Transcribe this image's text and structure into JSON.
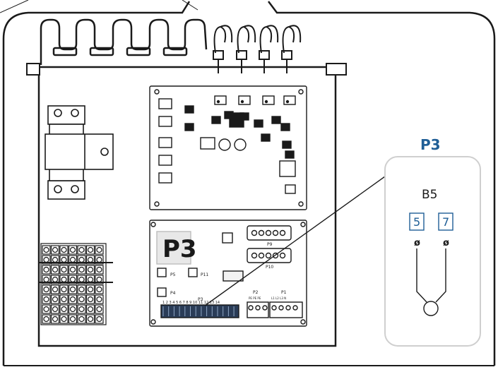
{
  "board_upper": {
    "components": "pcb-components"
  },
  "board_lower": {
    "label_main": "P3",
    "label_p5": "P5",
    "label_p11": "P11",
    "label_p4": "P4",
    "label_p3_small": "P3",
    "label_p9": "P9",
    "label_p10": "P10",
    "label_p2": "P2",
    "label_p1": "P1",
    "terminal_numbers": "1 2 3 4 5 6 7 8 9 10 11 12 13 14",
    "p2_pins": "PE PE PE",
    "p1_pins": "L1 L2 L3 N"
  },
  "callout": {
    "title": "P3",
    "sensor_label": "B5",
    "terminal_a": "5",
    "terminal_b": "7",
    "wire_mark_a": "ø",
    "wire_mark_b": "ø"
  },
  "colors": {
    "accent": "#1f5e96",
    "line": "#1a1a1a",
    "callout_border": "#cfcfcf"
  }
}
